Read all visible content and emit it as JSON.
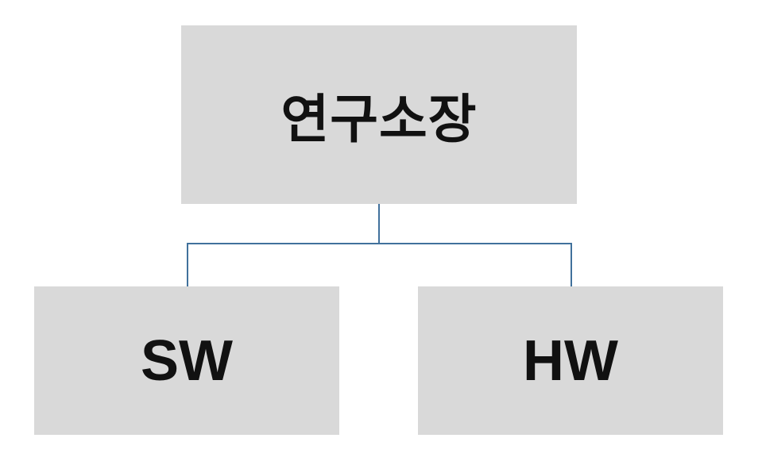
{
  "diagram": {
    "type": "org-chart",
    "root": {
      "label": "연구소장"
    },
    "children": [
      {
        "label": "SW"
      },
      {
        "label": "HW"
      }
    ],
    "colors": {
      "box_fill": "#d9d9d9",
      "connector": "#41719c",
      "text": "#111111",
      "background": "#ffffff"
    }
  }
}
